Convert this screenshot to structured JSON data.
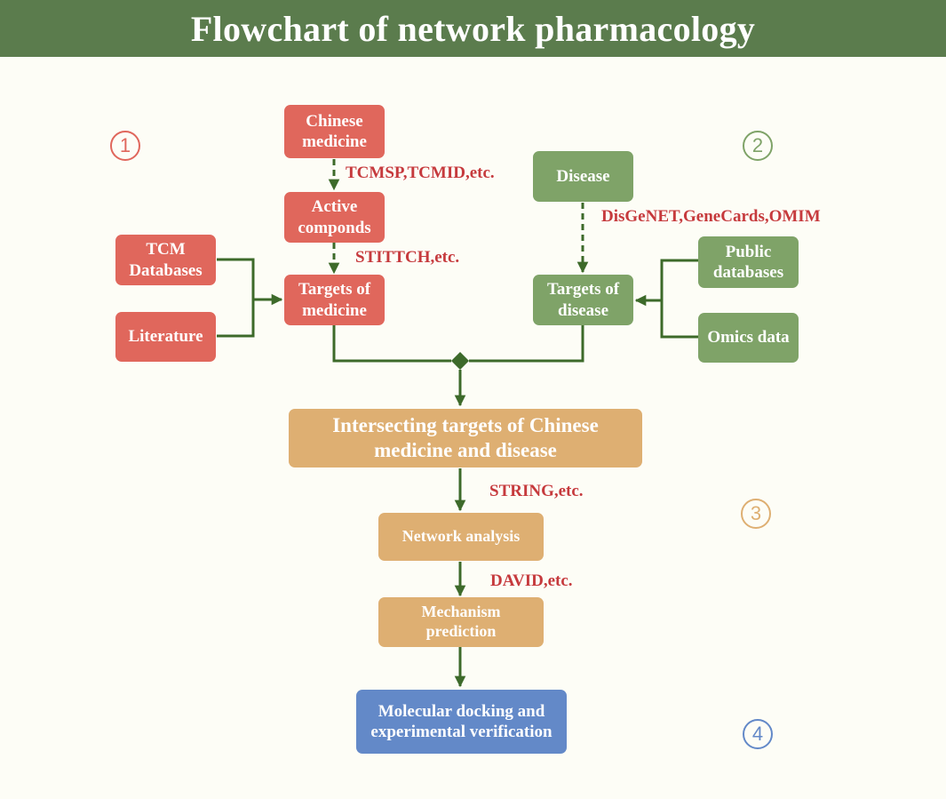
{
  "title": "Flowchart of network pharmacology",
  "colors": {
    "header": "#5b7c4d",
    "medicine_boxes": "#e0675c",
    "disease_boxes": "#7fa368",
    "analysis_boxes": "#deaf72",
    "verification_box": "#6389c8",
    "labels": "#c63a3d",
    "connectors": "#3d6a2a"
  },
  "steps": {
    "step1": "1",
    "step2": "2",
    "step3": "3",
    "step4": "4"
  },
  "nodes": {
    "chinese_medicine": "Chinese medicine",
    "active_components": "Active componds",
    "targets_medicine": "Targets of medicine",
    "tcm_databases": "TCM Databases",
    "literature": "Literature",
    "disease": "Disease",
    "targets_disease": "Targets of disease",
    "public_databases": "Public databases",
    "omics_data": "Omics data",
    "intersecting_targets": "Intersecting targets of Chinese medicine and disease",
    "network_analysis": "Network analysis",
    "mechanism_prediction": "Mechanism prediction",
    "molecular_docking": "Molecular docking and experimental verification"
  },
  "edge_labels": {
    "tcmsp": "TCMSP,TCMID,etc.",
    "stittch": "STITTCH,etc.",
    "disgenet": "DisGeNET,GeneCards,OMIM",
    "string": "STRING,etc.",
    "david": "DAVID,etc."
  }
}
